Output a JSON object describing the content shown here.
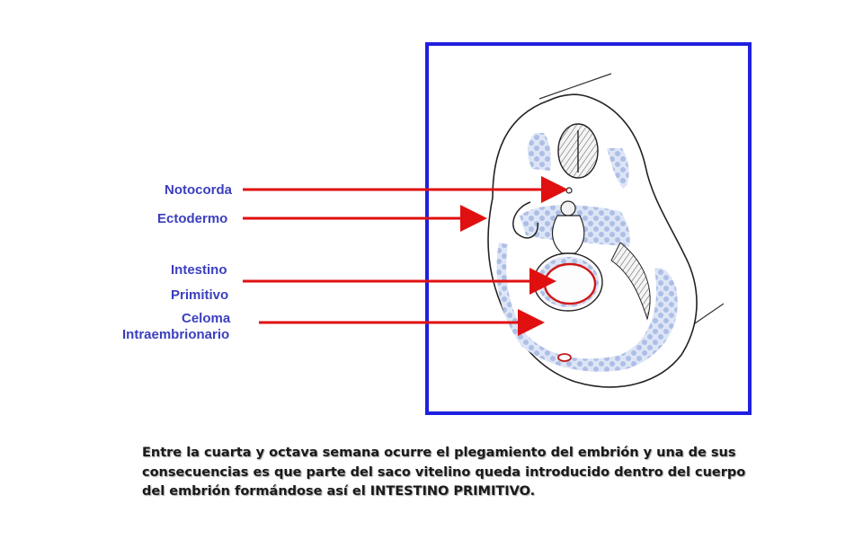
{
  "labels": {
    "notocorda": "Notocorda",
    "ectodermo": "Ectodermo",
    "intestino_line1": "Intestino",
    "intestino_line2": "Primitivo",
    "celoma_line1": "Celoma",
    "celoma_line2": "Intraembrionario"
  },
  "caption": {
    "line1": "Entre la cuarta y octava semana ocurre el plegamiento del embrión y una de sus",
    "line2": "consecuencias es que parte del saco vitelino queda introducido dentro del cuerpo",
    "line3": "del embrión formándose así el INTESTINO PRIMITIVO."
  },
  "colors": {
    "label_text": "#3b3fbf",
    "arrow": "#e01010",
    "frame_border": "#1f1fe0",
    "tissue_blue": "#aebfe6"
  }
}
